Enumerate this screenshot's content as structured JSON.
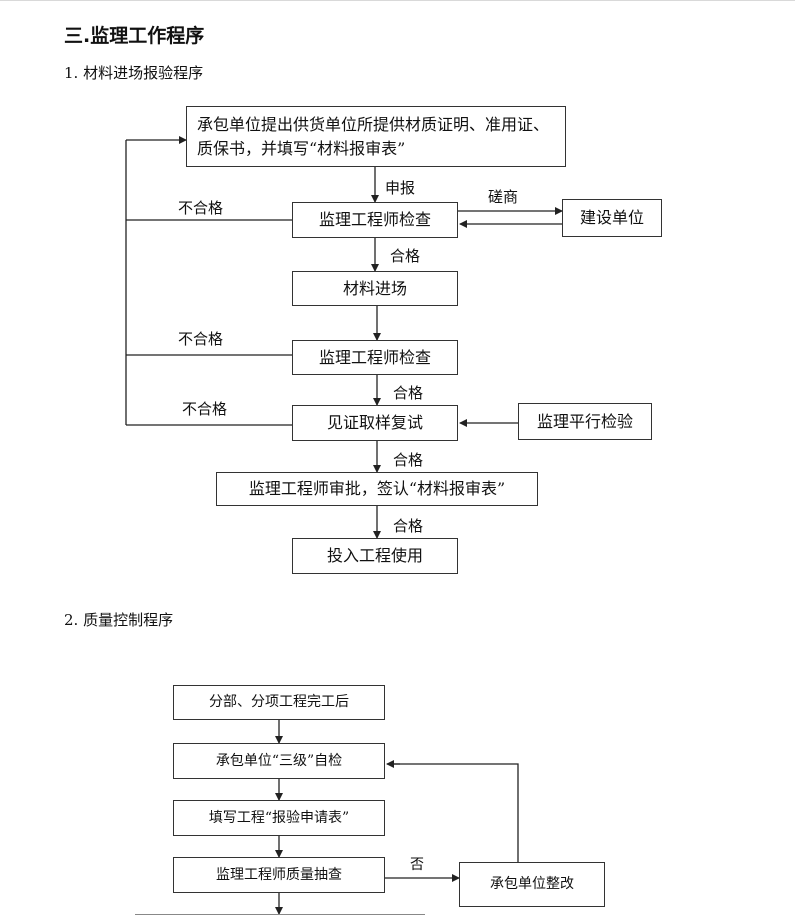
{
  "section_title": "三.监理工作程序",
  "material": {
    "title": "1. 材料进场报验程序",
    "box_submit": "承包单位提出供货单位所提供材质证明、准用证、质保书，并填写“材料报审表”",
    "label_declare": "申报",
    "label_consult": "磋商",
    "box_check1": "监理工程师检查",
    "box_owner": "建设单位",
    "label_pass1": "合格",
    "box_entry": "材料进场",
    "box_check2": "监理工程师检查",
    "label_pass2": "合格",
    "box_sample": "见证取样复试",
    "box_parallel": "监理平行检验",
    "label_pass3": "合格",
    "box_approve": "监理工程师审批，签认“材料报审表”",
    "label_pass4": "合格",
    "box_use": "投入工程使用",
    "label_fail1": "不合格",
    "label_fail2": "不合格",
    "label_fail3": "不合格"
  },
  "quality": {
    "title": "2. 质量控制程序",
    "box_complete": "分部、分项工程完工后",
    "box_selfcheck": "承包单位“三级”自检",
    "box_request": "填写工程“报验申请表”",
    "box_spotcheck": "监理工程师质量抽查",
    "label_no": "否",
    "box_rectify": "承包单位整改"
  }
}
